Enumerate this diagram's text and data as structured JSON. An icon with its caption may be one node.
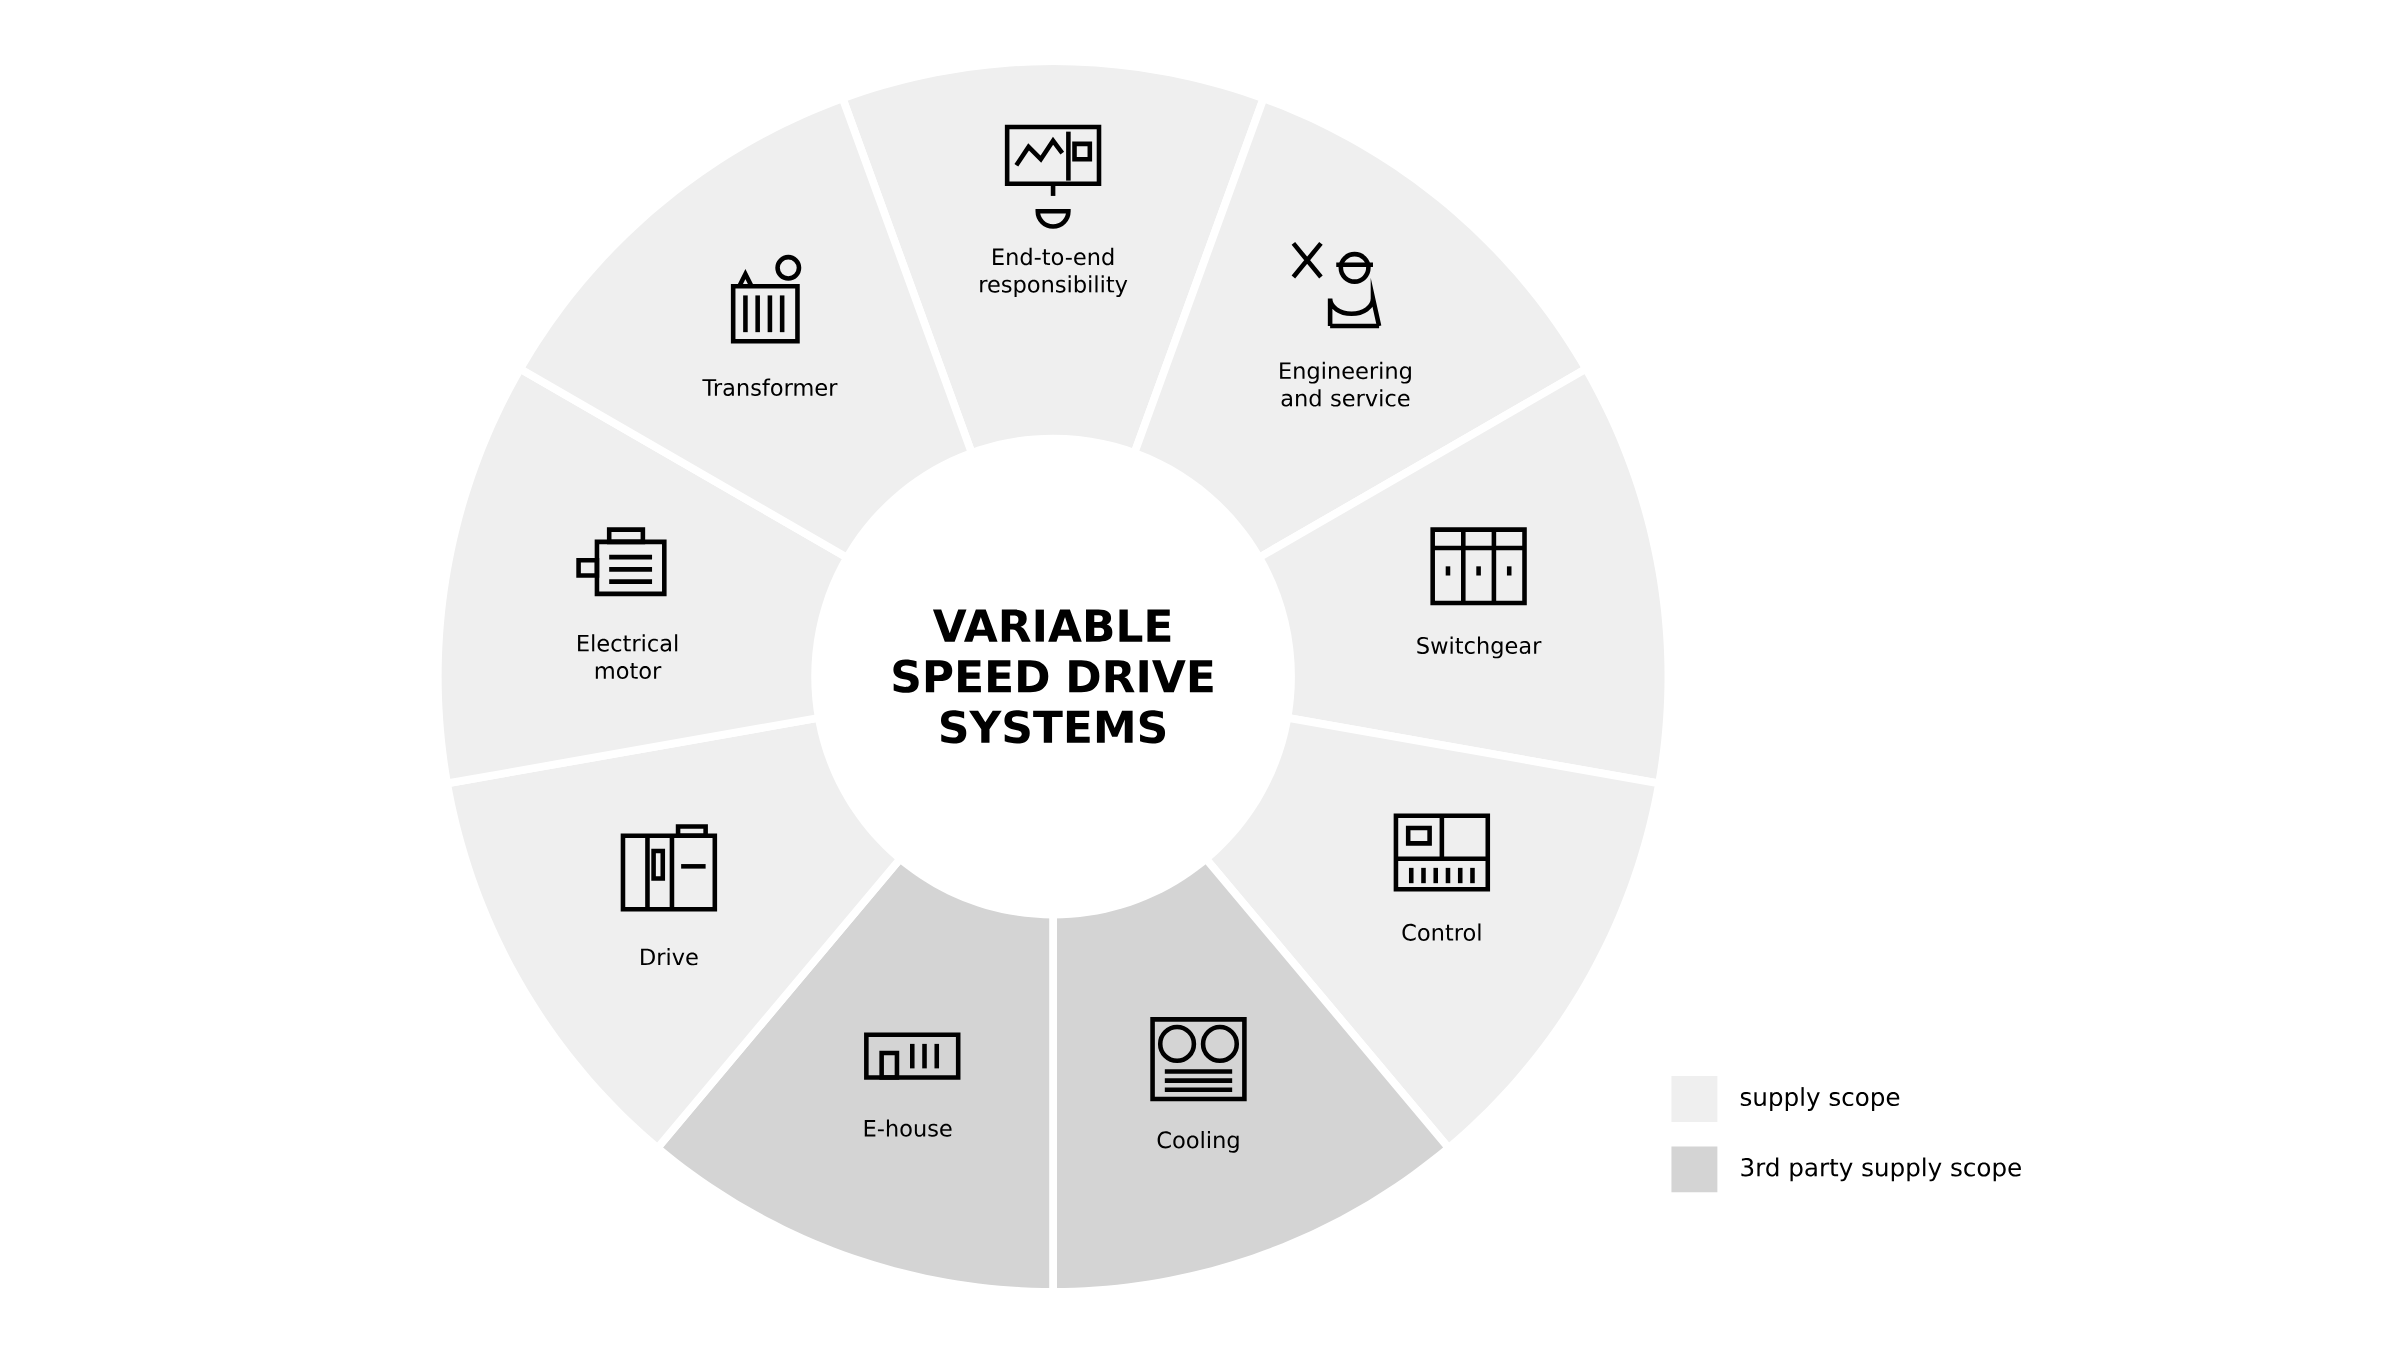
{
  "diagram": {
    "nodes": [
      {
        "text": [
          "VARIABLE SPEED DRIVE SYSTEMS"
        ]
      },
      {
        "text": [
          "End-to-end responsibility"
        ]
      },
      {
        "text": [
          "Engineering and service"
        ]
      },
      {
        "text": [
          "Switchgear"
        ]
      },
      {
        "text": [
          "Control"
        ]
      },
      {
        "text": [
          "Cooling"
        ]
      },
      {
        "text": [
          "E-house"
        ]
      },
      {
        "text": [
          "Drive"
        ]
      },
      {
        "text": [
          "Electrical motor"
        ]
      },
      {
        "text": [
          "Transformer"
        ]
      }
    ],
    "edges": [],
    "legend": [
      {
        "text": "supply scope",
        "color": "#efefef"
      },
      {
        "text": "3rd party supply scope",
        "color": "#d4d4d4"
      }
    ]
  }
}
